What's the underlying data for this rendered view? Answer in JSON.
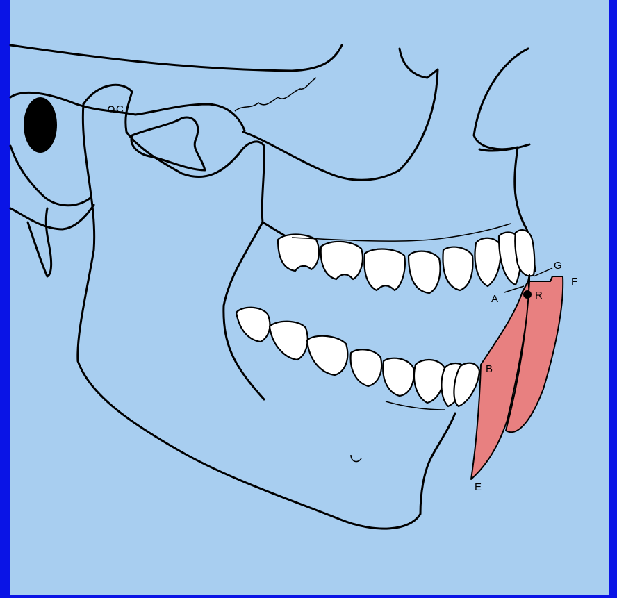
{
  "colors": {
    "frame": "#0a14e6",
    "background": "#a8cef0",
    "muscle": "#e88080",
    "outline": "#000000",
    "tooth": "#ffffff"
  },
  "labels": {
    "condyle": "C",
    "G": "G",
    "F": "F",
    "A": "A",
    "R": "R",
    "B": "B",
    "E": "E"
  }
}
